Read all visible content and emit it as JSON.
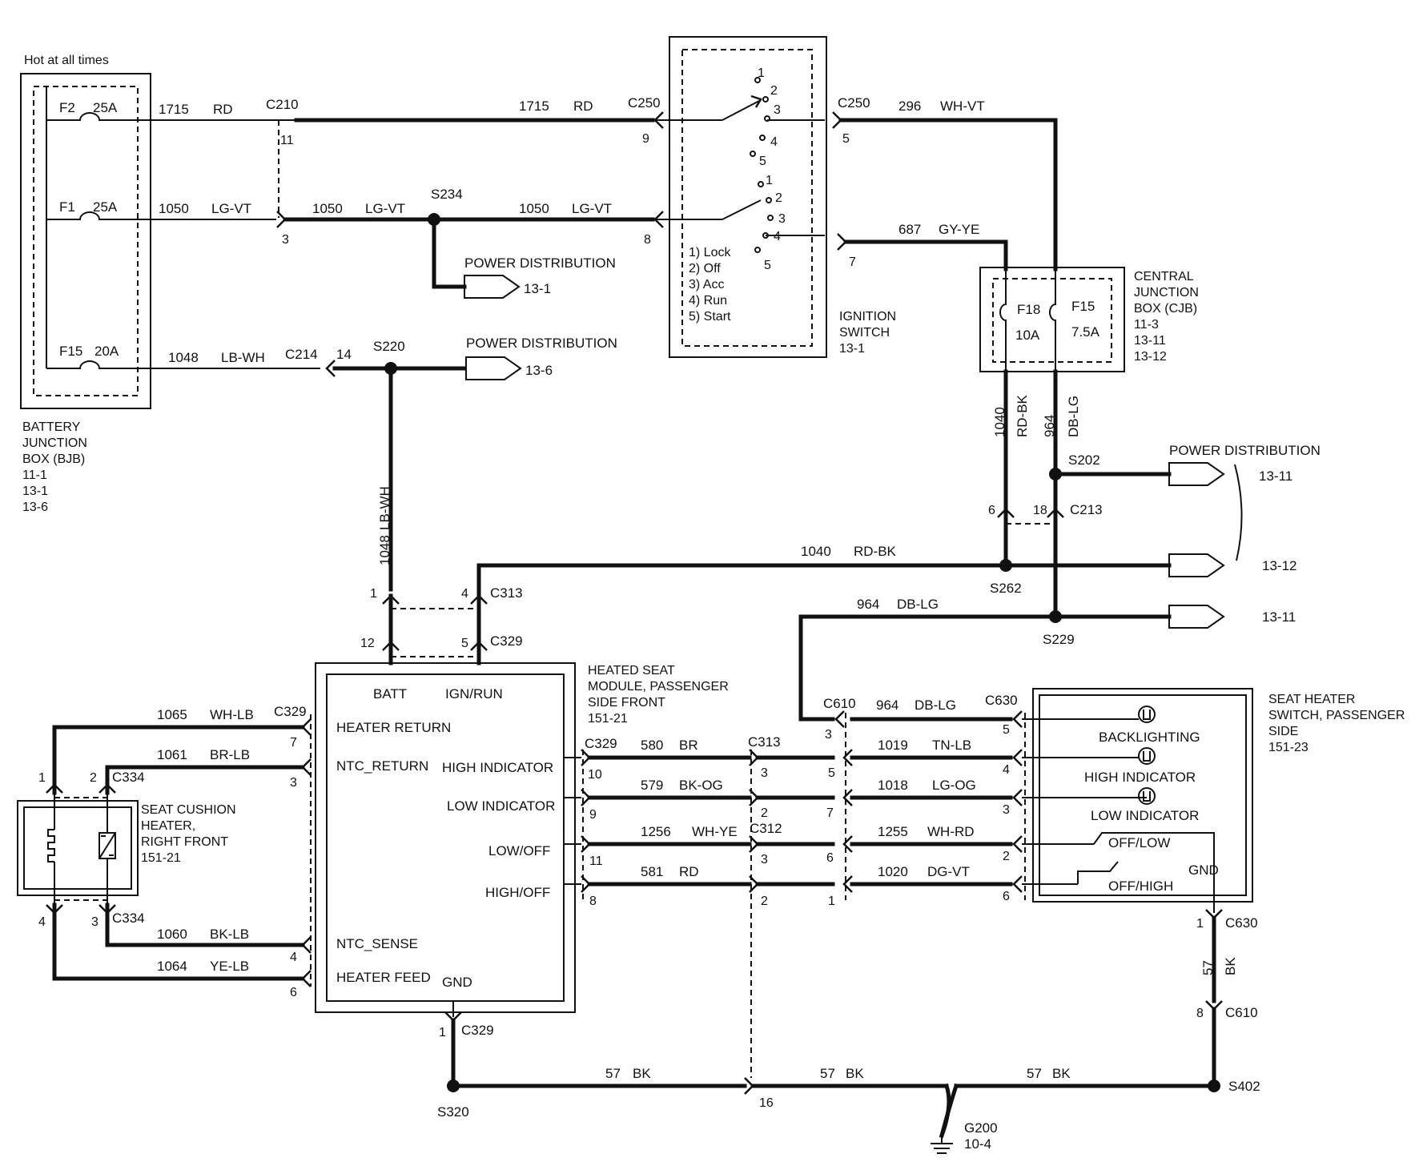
{
  "bjb": {
    "hot_label": "Hot at all times",
    "title": [
      "BATTERY",
      "JUNCTION",
      "BOX (BJB)",
      "11-1",
      "13-1",
      "13-6"
    ],
    "fuses": [
      {
        "id": "F2",
        "rating": "25A"
      },
      {
        "id": "F1",
        "rating": "25A"
      },
      {
        "id": "F15",
        "rating": "20A"
      }
    ]
  },
  "ignition_switch": {
    "title": [
      "IGNITION",
      "SWITCH",
      "13-1"
    ],
    "legend": [
      "1) Lock",
      "2) Off",
      "3) Acc",
      "4) Run",
      "5) Start"
    ],
    "positions": [
      "1",
      "2",
      "3",
      "4",
      "5"
    ]
  },
  "cjb": {
    "title": [
      "CENTRAL",
      "JUNCTION",
      "BOX (CJB)",
      "11-3",
      "13-11",
      "13-12"
    ],
    "fuses": [
      {
        "id": "F18",
        "rating": "10A"
      },
      {
        "id": "F15",
        "rating": "7.5A"
      }
    ]
  },
  "module": {
    "title": [
      "HEATED SEAT",
      "MODULE, PASSENGER",
      "SIDE FRONT",
      "151-21"
    ],
    "pins": {
      "batt": "BATT",
      "ign_run": "IGN/RUN",
      "heater_return": "HEATER RETURN",
      "ntc_return": "NTC_RETURN",
      "high_indicator": "HIGH INDICATOR",
      "low_indicator": "LOW INDICATOR",
      "low_off": "LOW/OFF",
      "high_off": "HIGH/OFF",
      "ntc_sense": "NTC_SENSE",
      "heater_feed": "HEATER FEED",
      "gnd": "GND"
    }
  },
  "cushion": {
    "title": [
      "SEAT CUSHION",
      "HEATER,",
      "RIGHT FRONT",
      "151-21"
    ]
  },
  "seat_switch": {
    "title": [
      "SEAT HEATER",
      "SWITCH, PASSENGER",
      "SIDE",
      "151-23"
    ],
    "items": {
      "backlighting": "BACKLIGHTING",
      "high_indicator": "HIGH INDICATOR",
      "low_indicator": "LOW INDICATOR",
      "off_low": "OFF/LOW",
      "off_high": "OFF/HIGH",
      "gnd": "GND"
    }
  },
  "power_distribution": {
    "label": "POWER DISTRIBUTION",
    "refs": [
      "13-1",
      "13-6",
      "13-11",
      "13-12",
      "13-11"
    ]
  },
  "ground": {
    "id": "G200",
    "ref": "10-4"
  },
  "splices": [
    "S234",
    "S220",
    "S202",
    "S262",
    "S229",
    "S320",
    "S402"
  ],
  "connectors": {
    "c210": "C210",
    "c250a": "C250",
    "c250b": "C250",
    "c214": "C214",
    "c213": "C213",
    "c313a": "C313",
    "c329a": "C329",
    "c329b": "C329",
    "c329c": "C329",
    "c329d": "C329",
    "c334a": "C334",
    "c334b": "C334",
    "c313b": "C313",
    "c312": "C312",
    "c610a": "C610",
    "c630a": "C630",
    "c630b": "C630",
    "c610b": "C610"
  },
  "circuits": {
    "w1715a": {
      "num": "1715",
      "color": "RD"
    },
    "w1715b": {
      "num": "1715",
      "color": "RD"
    },
    "w296": {
      "num": "296",
      "color": "WH-VT"
    },
    "w1050a": {
      "num": "1050",
      "color": "LG-VT"
    },
    "w1050b": {
      "num": "1050",
      "color": "LG-VT"
    },
    "w1050c": {
      "num": "1050",
      "color": "LG-VT"
    },
    "w687": {
      "num": "687",
      "color": "GY-YE"
    },
    "w1048a": {
      "num": "1048",
      "color": "LB-WH"
    },
    "w1048b": {
      "num": "1048",
      "color": "LB-WH"
    },
    "w1040a": {
      "num": "1040",
      "color": "RD-BK"
    },
    "w1040b": {
      "num": "1040",
      "color": "RD-BK"
    },
    "w964a": {
      "num": "964",
      "color": "DB-LG"
    },
    "w964b": {
      "num": "964",
      "color": "DB-LG"
    },
    "w964c": {
      "num": "964",
      "color": "DB-LG"
    },
    "w1065": {
      "num": "1065",
      "color": "WH-LB"
    },
    "w1061": {
      "num": "1061",
      "color": "BR-LB"
    },
    "w1060": {
      "num": "1060",
      "color": "BK-LB"
    },
    "w1064": {
      "num": "1064",
      "color": "YE-LB"
    },
    "w580": {
      "num": "580",
      "color": "BR"
    },
    "w579": {
      "num": "579",
      "color": "BK-OG"
    },
    "w1256": {
      "num": "1256",
      "color": "WH-YE"
    },
    "w581": {
      "num": "581",
      "color": "RD"
    },
    "w1019": {
      "num": "1019",
      "color": "TN-LB"
    },
    "w1018": {
      "num": "1018",
      "color": "LG-OG"
    },
    "w1255": {
      "num": "1255",
      "color": "WH-RD"
    },
    "w1020": {
      "num": "1020",
      "color": "DG-VT"
    },
    "w57a": {
      "num": "57",
      "color": "BK"
    },
    "w57b": {
      "num": "57",
      "color": "BK"
    },
    "w57c": {
      "num": "57",
      "color": "BK"
    },
    "w57d": {
      "num": "57",
      "color": "BK"
    }
  },
  "pin_numbers": {
    "p_c210": "11",
    "p_c250_9": "9",
    "p_c250_5": "5",
    "p_3": "3",
    "p_8": "8",
    "p_7": "7",
    "p_c214": "14",
    "p_c213_6": "6",
    "p_c213_18": "18",
    "p_c313_1": "1",
    "p_c313_4": "4",
    "p_c329_12": "12",
    "p_c329_5": "5",
    "p_hr7": "7",
    "p_nr3": "3",
    "p_ns4": "4",
    "p_hf6": "6",
    "p_gnd1": "1",
    "p_cu1": "1",
    "p_cu2": "2",
    "p_cu4": "4",
    "p_cu3": "3",
    "p_m10": "10",
    "p_m9": "9",
    "p_m11": "11",
    "p_m8": "8",
    "p_313_3": "3",
    "p_313_2": "2",
    "p_312_3": "3",
    "p_312_2": "2",
    "p_16": "16",
    "p_610_3": "3",
    "p_610_5": "5",
    "p_610_7": "7",
    "p_610_6": "6",
    "p_610_1": "1",
    "p_630_5": "5",
    "p_630_4": "4",
    "p_630_3": "3",
    "p_630_2": "2",
    "p_630_6": "6",
    "p_630_1": "1",
    "p_610_8": "8"
  }
}
